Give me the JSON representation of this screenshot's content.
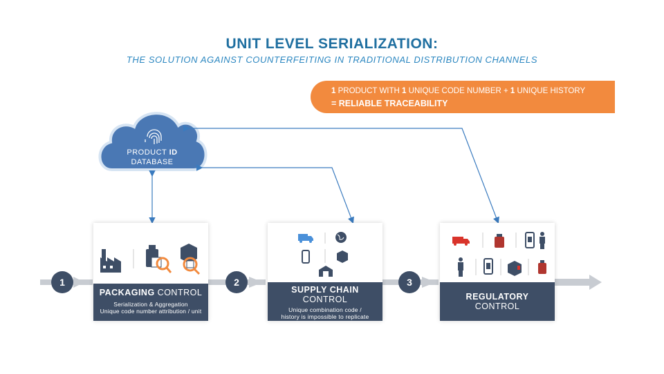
{
  "header": {
    "title": "UNIT LEVEL SERIALIZATION:",
    "subtitle": "THE SOLUTION AGAINST COUNTERFEITING IN TRADITIONAL DISTRIBUTION CHANNELS"
  },
  "banner": {
    "line1_a": "1",
    "line1_b": " PRODUCT WITH ",
    "line1_c": "1",
    "line1_d": " UNIQUE CODE NUMBER + ",
    "line1_e": "1",
    "line1_f": " UNIQUE HISTORY",
    "line2": "= RELIABLE TRACEABILITY"
  },
  "database": {
    "label_a": "PRODUCT ",
    "label_b": "ID",
    "label_c": "DATABASE",
    "icon": "fingerprint-icon"
  },
  "steps": [
    {
      "number": "1",
      "title_bold": "PACKAGING",
      "title_rest": " CONTROL",
      "sub1": "Serialization & Aggregation",
      "sub2": "Unique code number attribution / unit",
      "icons": [
        "factory-icon",
        "bottle-scan-icon",
        "box-scan-icon"
      ]
    },
    {
      "number": "2",
      "title_bold": "SUPPLY CHAIN",
      "title_rest": "CONTROL",
      "sub1": "Unique combination code /",
      "sub2": "history is impossible to replicate",
      "icons": [
        "truck-icon",
        "globe-icon",
        "phone-icon",
        "box-icon",
        "warehouse-icon"
      ]
    },
    {
      "number": "3",
      "title_bold": "REGULATORY",
      "title_rest": "CONTROL",
      "icons": [
        "red-truck-icon",
        "bottle-icon",
        "phone-scan-icon",
        "police-icon",
        "person-icon",
        "phone-icon",
        "box-icon",
        "bottle-icon"
      ]
    }
  ],
  "colors": {
    "primary": "#3e4e66",
    "accent": "#f28a3e",
    "cloud": "#4a78b4",
    "title": "#1f6fa0",
    "arrow": "#c8ccd2"
  }
}
